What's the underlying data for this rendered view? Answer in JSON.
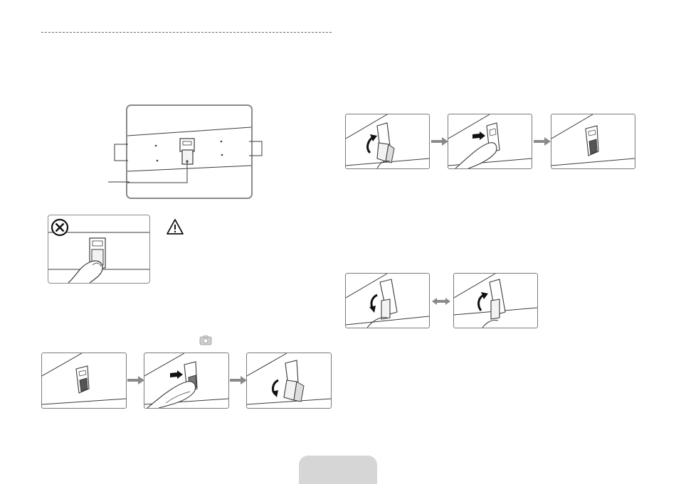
{
  "page": {
    "header_rule": "dashed-separator",
    "page_tab": ""
  },
  "icons": {
    "forbidden": "forbidden-circle-x-icon",
    "caution": "caution-triangle-icon",
    "camera": "camera-icon",
    "flow_arrow": "right-arrow-icon",
    "swap_arrow": "double-arrow-icon"
  },
  "figures": {
    "switch_overview": "power-switch-location-diagram",
    "wrong_use": "finger-pressing-switch-forbidden",
    "sequence_left": [
      "switch-flat",
      "push-switch",
      "switch-raised"
    ],
    "sequence_right_top": [
      "rotate-up",
      "push-switch",
      "switch-flat"
    ],
    "sequence_right_bottom": [
      "rotate-down",
      "rotate-up"
    ]
  },
  "colors": {
    "line": "#3a3a3a",
    "frame": "#8a8a8a",
    "arrow": "#8a8a8a",
    "tab": "#d6d6d6"
  }
}
